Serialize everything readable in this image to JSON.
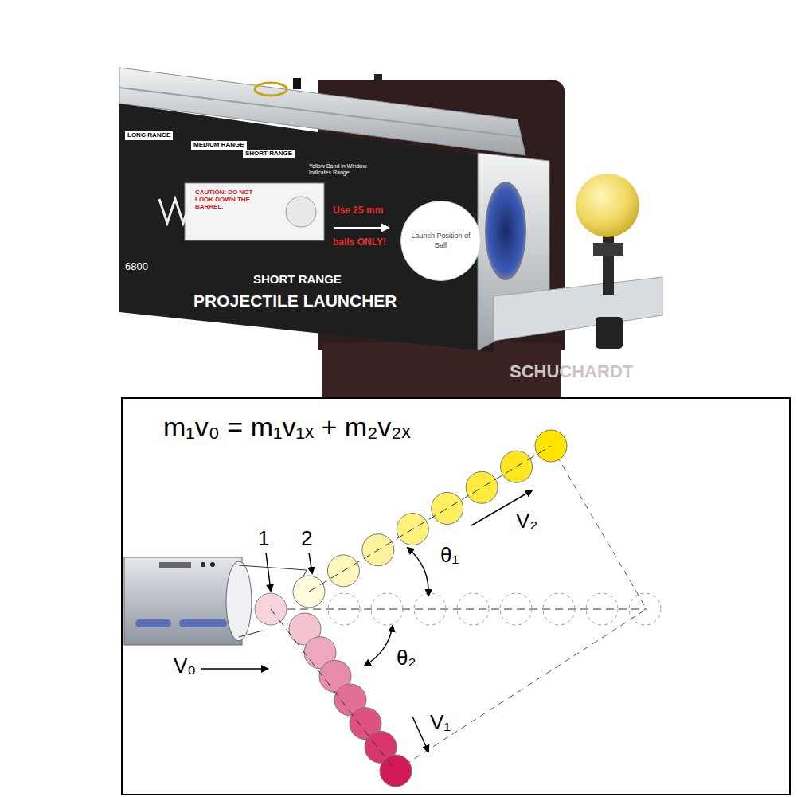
{
  "diagram": {
    "nodes": [
      {
        "text": [
          "Launch Position of Ball"
        ]
      }
    ],
    "labels": [
      "LONG RANGE",
      "MEDIUM RANGE",
      "SHORT RANGE",
      "Yellow Band in Window Indicates Range.",
      "CAUTION: DO NOT LOOK DOWN THE BARREL.",
      "Use 25 mm",
      "balls ONLY!",
      "6800",
      "SHORT RANGE",
      "PROJECTILE LAUNCHER",
      "SCHUCHARDT",
      "m₁v₀ = m₁v₁ₓ + m₂v₂ₓ",
      "1",
      "2",
      "V₂",
      "θ₁",
      "θ₂",
      "V₀",
      "V₁"
    ]
  }
}
